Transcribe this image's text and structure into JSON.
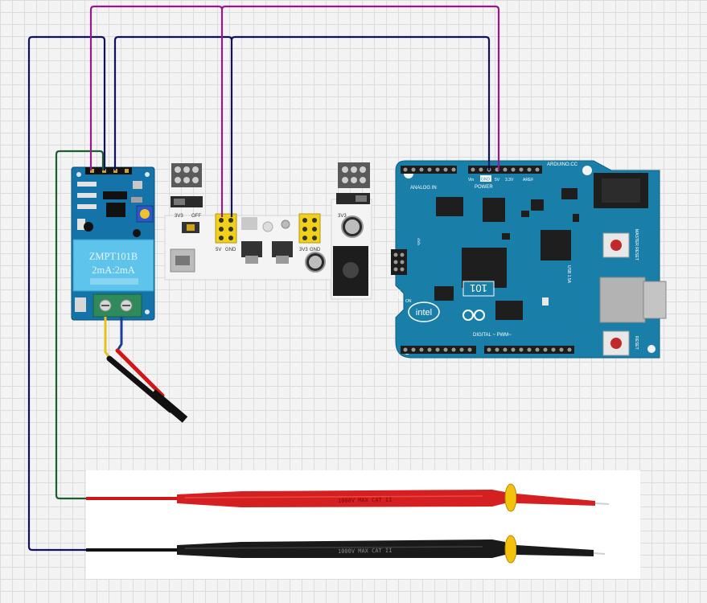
{
  "zmpt": {
    "title": "ZMPT101B",
    "ratio": "2mA:2mA"
  },
  "power_module": {
    "label_3v3": "3V3",
    "label_5v": "5V",
    "label_gnd": "GND",
    "label_off": "OFF"
  },
  "arduino": {
    "brand": "ARDUINO.CC",
    "model": "101",
    "maker": "intel",
    "header_power": "POWER",
    "header_analog": "ANALOG IN",
    "header_digital": "DIGITAL ~ PWM~",
    "pin_gnd": "GND",
    "pin_5v": "5V",
    "pin_3v3": "3.3V",
    "pin_vin": "Vin",
    "pin_aref": "AREF",
    "label_icsp": "ICSP",
    "label_reset": "RESET",
    "label_master_reset": "MASTER RESET",
    "label_on": "ON",
    "label_usb": "USB 1.5A"
  },
  "probes": {
    "red_text": "1000V MAX CAT II",
    "black_text": "1000V MAX CAT II"
  },
  "colors": {
    "wire_navy": "#10105e",
    "wire_purple": "#97178d",
    "wire_green": "#1b5e2c",
    "pcb_blue": "#1473a8",
    "arduino_teal": "#1a7fa8"
  }
}
